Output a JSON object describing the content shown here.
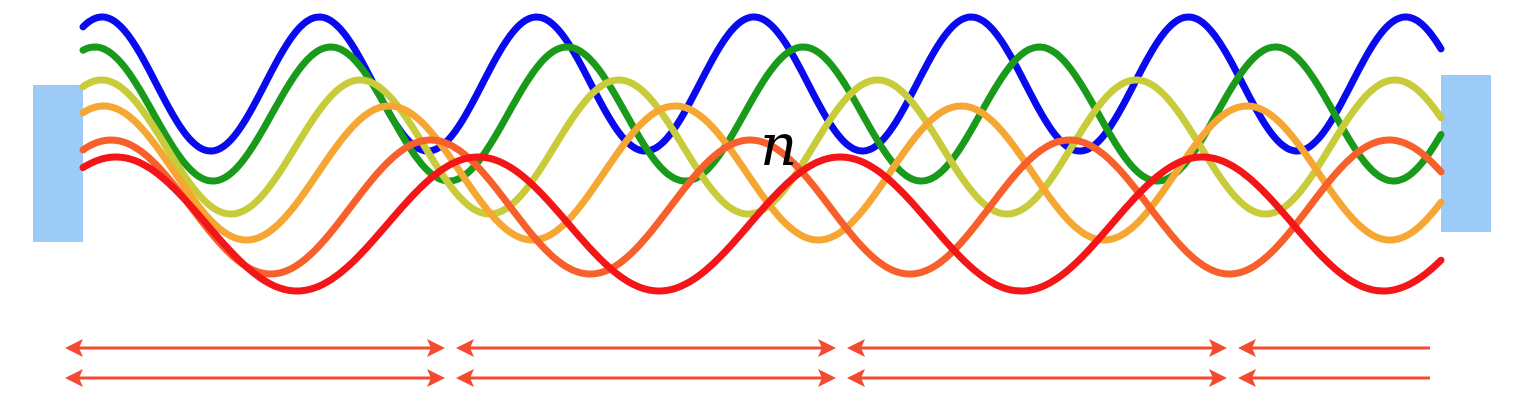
{
  "diagram": {
    "center_label": "n",
    "mirrors": [
      {
        "name": "left-mirror",
        "color": "#9dcbf7"
      },
      {
        "name": "right-mirror",
        "color": "#9dcbf7"
      }
    ],
    "waves": [
      {
        "name": "wave-blue",
        "color": "#0a0aee",
        "half_wavelengths": 12
      },
      {
        "name": "wave-green",
        "color": "#1a9a1a",
        "half_wavelengths": 11
      },
      {
        "name": "wave-yellow",
        "color": "#c8cc3a",
        "half_wavelengths": 10
      },
      {
        "name": "wave-orange",
        "color": "#f6a733",
        "half_wavelengths": 9
      },
      {
        "name": "wave-orange-red",
        "color": "#f7602a",
        "half_wavelengths": 8
      },
      {
        "name": "wave-red",
        "color": "#f41518",
        "half_wavelengths": 7
      }
    ],
    "arrows": {
      "color": "#f44a30",
      "rows": 2,
      "segments_per_row": 4
    }
  }
}
